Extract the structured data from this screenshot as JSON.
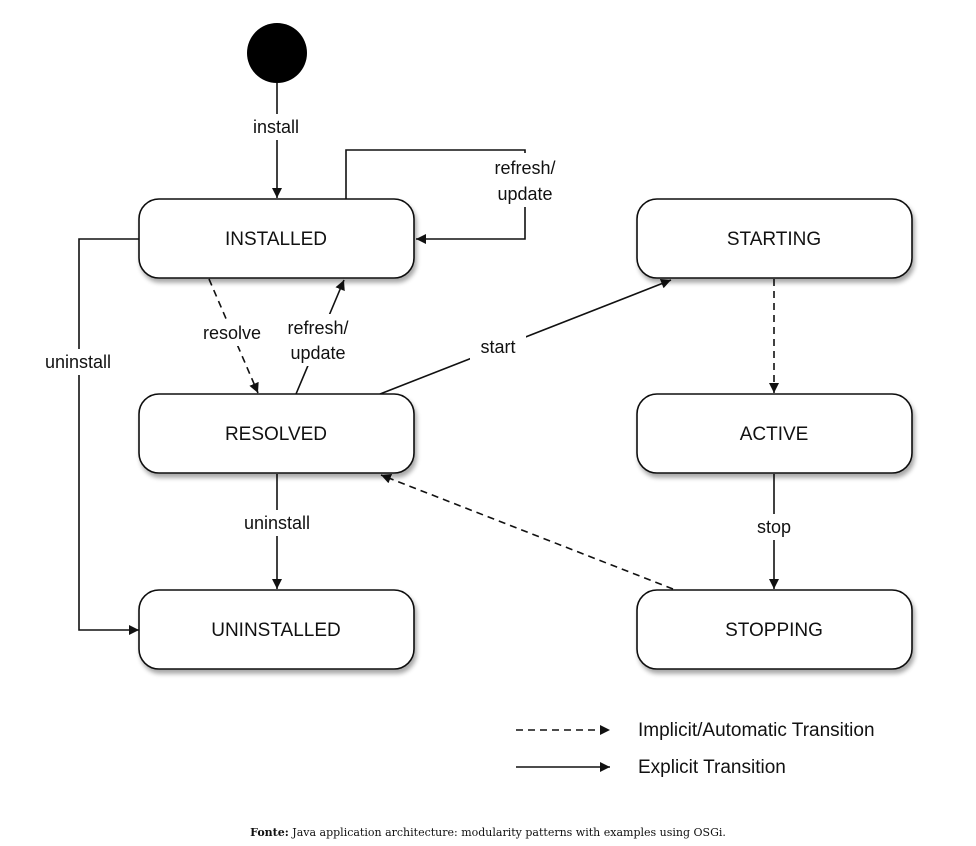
{
  "states": {
    "installed": "INSTALLED",
    "resolved": "RESOLVED",
    "uninstalled": "UNINSTALLED",
    "starting": "STARTING",
    "active": "ACTIVE",
    "stopping": "STOPPING"
  },
  "transitions": {
    "install": "install",
    "refresh_update_line1": "refresh/",
    "refresh_update_line2": "update",
    "resolve": "resolve",
    "uninstall_left": "uninstall",
    "uninstall_resolved": "uninstall",
    "start": "start",
    "stop": "stop"
  },
  "legend": {
    "implicit": "Implicit/Automatic Transition",
    "explicit": "Explicit Transition"
  },
  "caption": {
    "prefix": "Fonte:",
    "text": " Java application architecture: modularity patterns with examples using OSGi."
  }
}
